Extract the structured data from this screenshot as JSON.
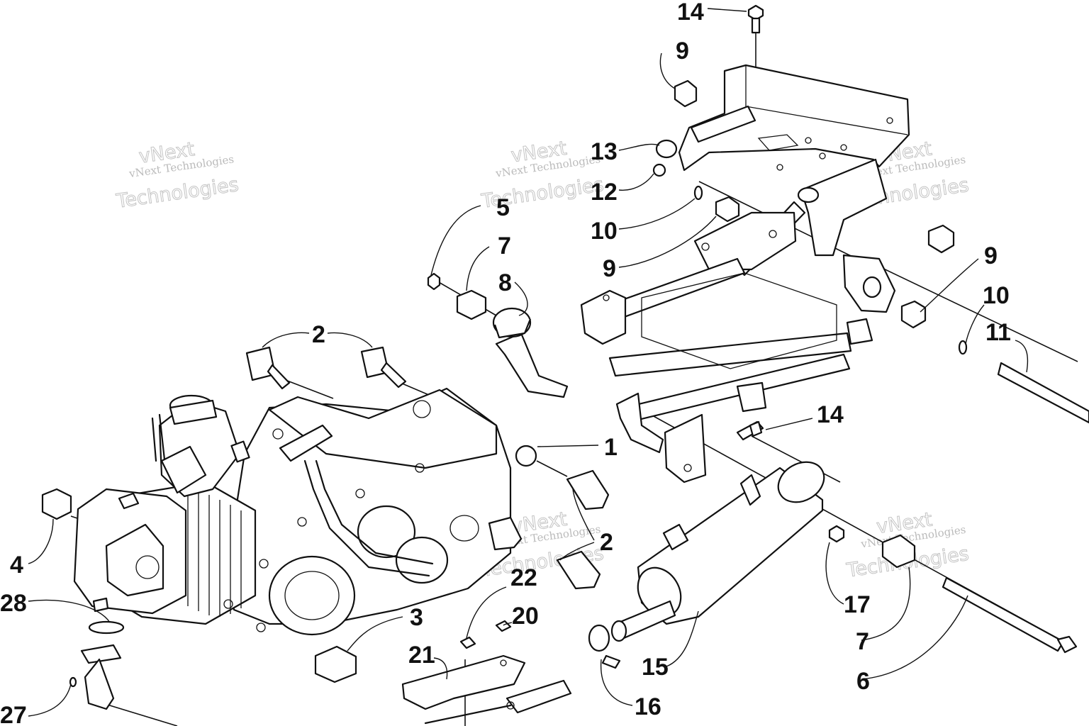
{
  "watermark": {
    "small_text": "vNext Technologies",
    "line1": "vNext",
    "line2": "Technologies"
  },
  "callouts": {
    "c1": "1",
    "c2a": "2",
    "c2b": "2",
    "c3": "3",
    "c4": "4",
    "c5": "5",
    "c6": "6",
    "c7a": "7",
    "c7b": "7",
    "c8": "8",
    "c9a": "9",
    "c9b": "9",
    "c9c": "9",
    "c10a": "10",
    "c10b": "10",
    "c11": "11",
    "c12": "12",
    "c13": "13",
    "c14a": "14",
    "c14b": "14",
    "c15": "15",
    "c16": "16",
    "c17": "17",
    "c20": "20",
    "c21": "21",
    "c22": "22",
    "c27": "27",
    "c28": "28"
  }
}
